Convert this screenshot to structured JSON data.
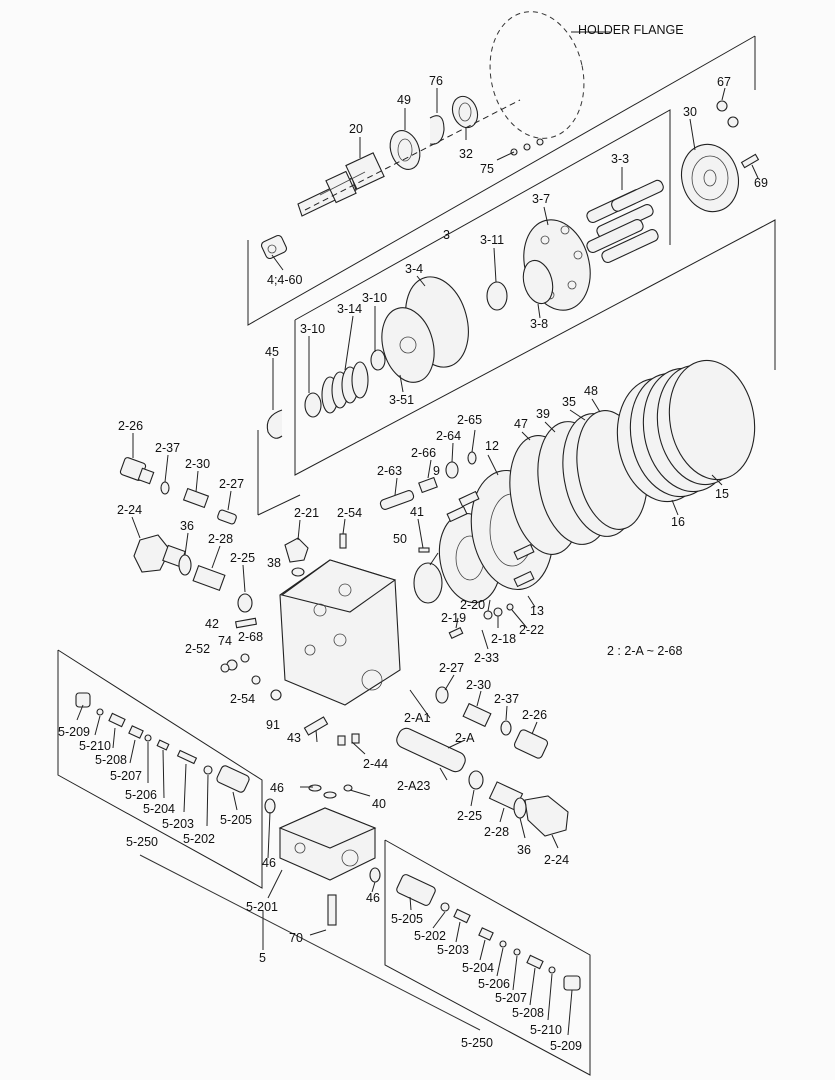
{
  "title": "HOLDER FLANGE",
  "note": "2 : 2-A ~ 2-68",
  "labels": {
    "p20": "20",
    "p49": "49",
    "p76": "76",
    "p32": "32",
    "p75": "75",
    "p67": "67",
    "p30": "30",
    "p69": "69",
    "p4": "4;4-60",
    "p3": "3",
    "p3_3": "3-3",
    "p3_7": "3-7",
    "p3_11": "3-11",
    "p3_4": "3-4",
    "p3_10a": "3-10",
    "p3_14": "3-14",
    "p3_10b": "3-10",
    "p3_51": "3-51",
    "p3_8": "3-8",
    "p45": "45",
    "p2_26a": "2-26",
    "p2_37a": "2-37",
    "p2_30a": "2-30",
    "p2_27a": "2-27",
    "p2_24a": "2-24",
    "p36a": "36",
    "p2_28a": "2-28",
    "p2_25a": "2-25",
    "p42": "42",
    "p74": "74",
    "p2_68": "2-68",
    "p2_52": "2-52",
    "p2_54a": "2-54",
    "p91": "91",
    "p2_21": "2-21",
    "p38": "38",
    "p2_54b": "2-54",
    "p41": "41",
    "p50": "50",
    "p2_63": "2-63",
    "p2_66": "2-66",
    "p2_64": "2-64",
    "p2_65": "2-65",
    "p9": "9",
    "p12": "12",
    "p47": "47",
    "p39": "39",
    "p35": "35",
    "p48": "48",
    "p15": "15",
    "p16": "16",
    "p2_20": "2-20",
    "p2_19": "2-19",
    "p2_18": "2-18",
    "p2_22": "2-22",
    "p13": "13",
    "p2_33": "2-33",
    "p2_27b": "2-27",
    "p2_30b": "2-30",
    "p2_37b": "2-37",
    "p2_26b": "2-26",
    "p2_A1": "2-A1",
    "p2_A": "2-A",
    "p2_A23": "2-A23",
    "p43": "43",
    "p2_44": "2-44",
    "p46a": "46",
    "p40": "40",
    "p2_25b": "2-25",
    "p2_28b": "2-28",
    "p36b": "36",
    "p2_24b": "2-24",
    "p5_209a": "5-209",
    "p5_210a": "5-210",
    "p5_208a": "5-208",
    "p5_207a": "5-207",
    "p5_206a": "5-206",
    "p5_204a": "5-204",
    "p5_203a": "5-203",
    "p5_202a": "5-202",
    "p5_205a": "5-205",
    "p5_250a": "5-250",
    "p46b": "46",
    "p5_201": "5-201",
    "p5": "5",
    "p70": "70",
    "p46c": "46",
    "p5_205b": "5-205",
    "p5_202b": "5-202",
    "p5_203b": "5-203",
    "p5_204b": "5-204",
    "p5_206b": "5-206",
    "p5_207b": "5-207",
    "p5_208b": "5-208",
    "p5_210b": "5-210",
    "p5_209b": "5-209",
    "p5_250b": "5-250"
  }
}
